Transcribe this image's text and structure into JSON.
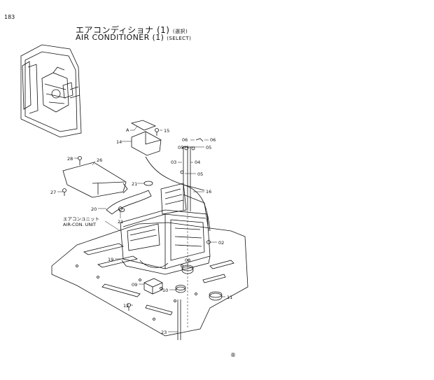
{
  "page": {
    "number": "183",
    "title_jp": "エアコンディショナ (1)",
    "title_jp_sub": "(選択)",
    "title_en": "AIR CONDITIONER (1)",
    "title_en_sub": "(SELECT)",
    "unit_label_jp": "エアコンユニット",
    "unit_label_en": "AIR-CON. UNIT",
    "corner_mark": "®"
  },
  "callouts": [
    "A",
    "14",
    "15",
    "06",
    "06",
    "05",
    "05",
    "28",
    "26",
    "03",
    "04",
    "05",
    "16",
    "21",
    "27",
    "20",
    "21",
    "02",
    "19",
    "08",
    "09",
    "10",
    "11",
    "12",
    "23"
  ]
}
